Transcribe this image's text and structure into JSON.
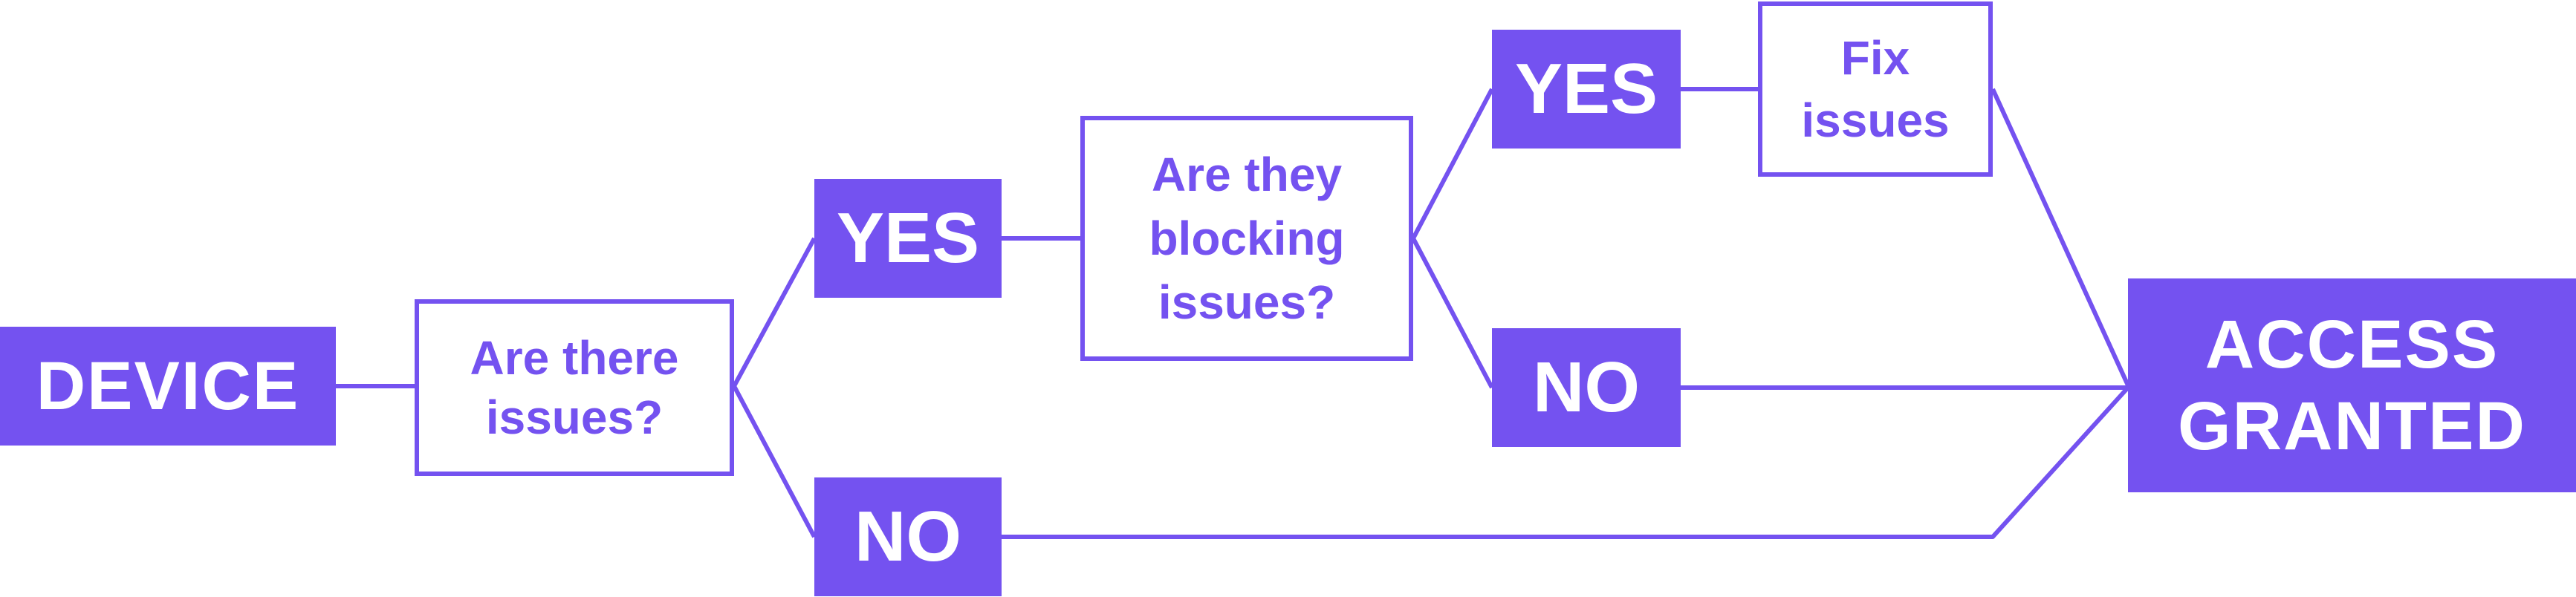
{
  "colors": {
    "accent": "#7452f0",
    "background": "#ffffff",
    "filled_text": "#ffffff"
  },
  "nodes": {
    "device": {
      "lines": [
        "DEVICE"
      ]
    },
    "question_issues": {
      "lines": [
        "Are there",
        "issues?"
      ]
    },
    "yes_issues": {
      "lines": [
        "YES"
      ]
    },
    "no_issues": {
      "lines": [
        "NO"
      ]
    },
    "question_blocking": {
      "lines": [
        "Are they",
        "blocking",
        "issues?"
      ]
    },
    "yes_blocking": {
      "lines": [
        "YES"
      ]
    },
    "no_blocking": {
      "lines": [
        "NO"
      ]
    },
    "fix_issues": {
      "lines": [
        "Fix",
        "issues"
      ]
    },
    "access_granted": {
      "lines": [
        "ACCESS",
        "GRANTED"
      ]
    }
  }
}
